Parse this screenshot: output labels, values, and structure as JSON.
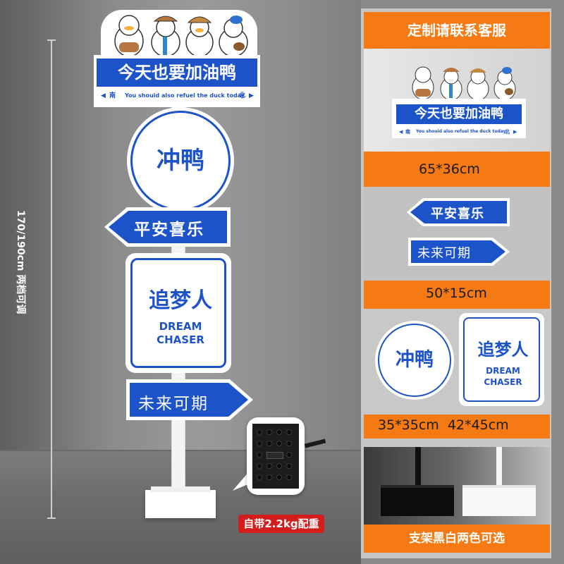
{
  "dimension": {
    "height_text": "170/190cm 两档可调"
  },
  "signs": {
    "top": {
      "main": "今天也要加油鸭",
      "sub_left": "南",
      "sub_middle": "You shouid also refuel the duck today",
      "sub_right": "北"
    },
    "circle": {
      "text": "冲鸭"
    },
    "arrow_left": {
      "text": "平安喜乐"
    },
    "square": {
      "title": "追梦人",
      "line1": "DREAM",
      "line2": "CHASER"
    },
    "arrow_right": {
      "text": "未来可期"
    }
  },
  "weight_label": "自带2.2kg配重",
  "panel": {
    "header": "定制请联系客服",
    "size_top": "65*36cm",
    "size_arrows": "50*15cm",
    "size_circle_square": "35*35cm  42*45cm",
    "footer": "支架黑白两色可选"
  },
  "colors": {
    "brand_blue": "#1d53c8",
    "accent_orange": "#f57a13",
    "label_red": "#d41c1c"
  }
}
